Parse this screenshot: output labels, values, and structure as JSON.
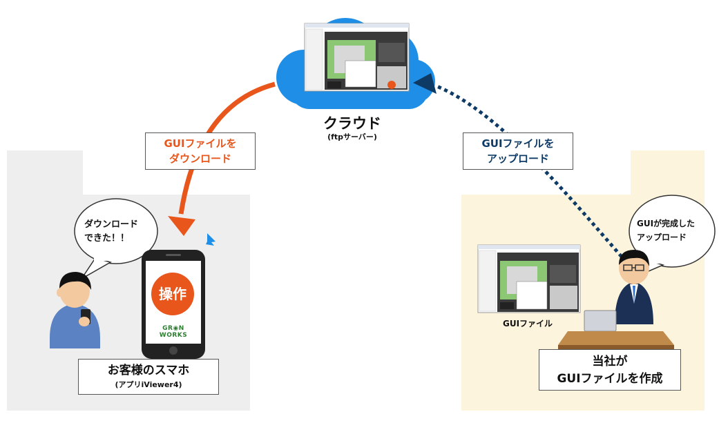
{
  "cloud": {
    "title": "クラウド",
    "subtitle": "(ftpサーバー)"
  },
  "download_label": {
    "line1": "GUIファイルを",
    "line2": "ダウンロード"
  },
  "upload_label": {
    "line1": "GUIファイルを",
    "line2": "アップロード"
  },
  "customer": {
    "speech_line1": "ダウンロード",
    "speech_line2": "できた！！",
    "phone_button": "操作",
    "phone_brand": "GR◉N WORKS",
    "label_title": "お客様のスマホ",
    "label_sub": "(アプリiViewer4)"
  },
  "company": {
    "speech_line1": "GUIが完成した",
    "speech_line2": "アップロード",
    "file_caption": "GUIファイル",
    "label_line1": "当社が",
    "label_line2": "GUIファイルを作成"
  },
  "colors": {
    "download_arrow": "#e8561c",
    "upload_arrow": "#0d3b66",
    "cloud": "#1f8ee6",
    "customer_bg": "#eeeeee",
    "company_bg": "#fdf4dd"
  }
}
